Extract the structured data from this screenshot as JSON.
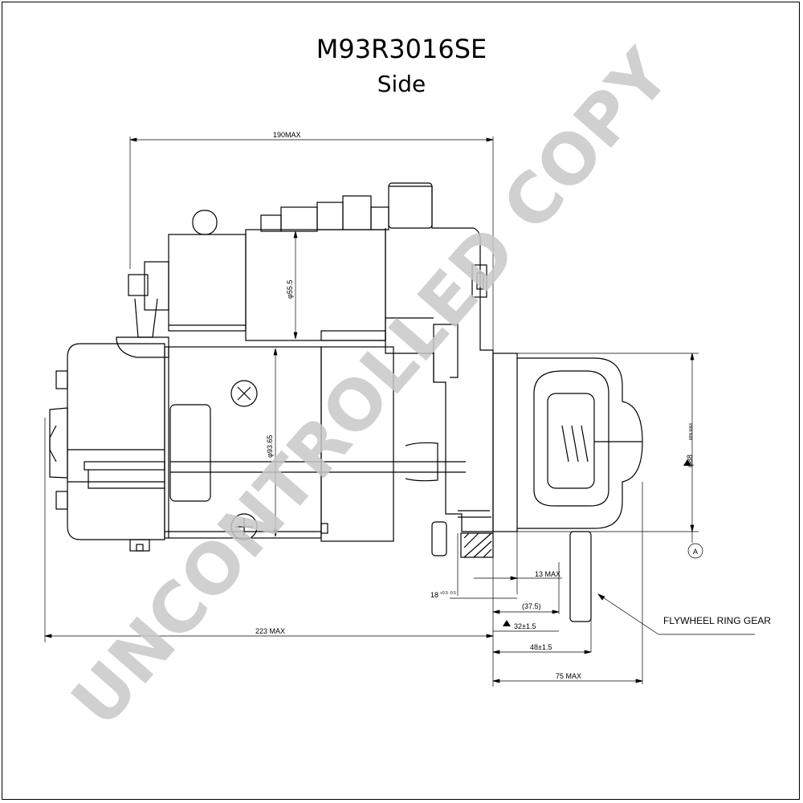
{
  "drawing": {
    "title": "M93R3016SE",
    "subtitle": "Side"
  },
  "dimensions": {
    "overall_height": "190MAX",
    "overall_length": "223 MAX",
    "solenoid_dia": "φ55.5",
    "body_dia": "φ93.65",
    "pinion_dia": "φ88",
    "pinion_tol": "MIN MAX",
    "d13": "13 MAX",
    "d18": "18",
    "d18_tol": "+0.5 -0.5",
    "d375": "(37.5)",
    "d32": "32±1.5",
    "d48": "48±1.5",
    "d75": "75 MAX",
    "datum": "A"
  },
  "labels": {
    "flywheel": "FLYWHEEL RING GEAR"
  },
  "watermark": "UNCONTROLLED COPY"
}
